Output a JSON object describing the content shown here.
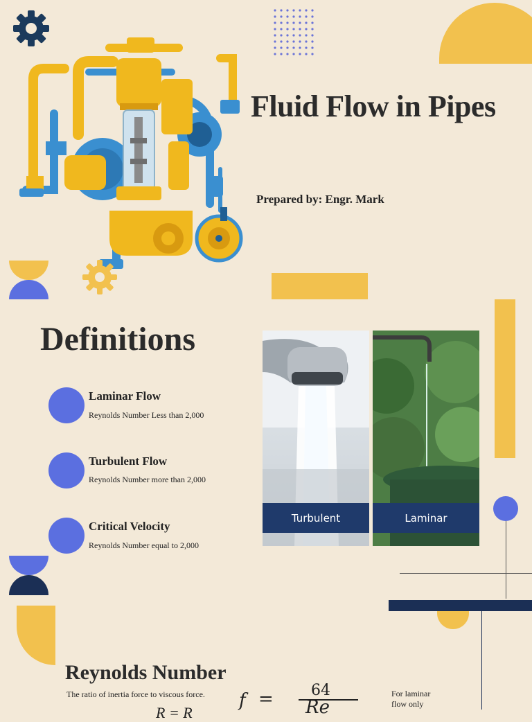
{
  "title": "Fluid Flow in Pipes",
  "prepared_by": "Prepared by: Engr. Mark",
  "definitions": {
    "heading": "Definitions",
    "items": [
      {
        "title": "Laminar Flow",
        "description": "Reynolds Number Less than 2,000"
      },
      {
        "title": "Turbulent Flow",
        "description": "Reynolds Number more than 2,000"
      },
      {
        "title": "Critical Velocity",
        "description": "Reynolds Number equal to 2,000"
      }
    ]
  },
  "photos": {
    "left_label": "Turbulent",
    "right_label": "Laminar"
  },
  "reynolds": {
    "heading": "Reynolds Number",
    "description": "The ratio of inertia force to viscous force.",
    "equation_fragment": "R = R",
    "formula": {
      "lhs": "f",
      "eq": "=",
      "numerator": "64",
      "denominator": "Re"
    },
    "note": "For laminar flow only"
  },
  "colors": {
    "background": "#f3e9d8",
    "yellow": "#f2c14e",
    "blue": "#5b6fe0",
    "navy": "#1b2f55",
    "pipe_blue": "#3a8fd0"
  },
  "icons": [
    "gear-icon"
  ]
}
